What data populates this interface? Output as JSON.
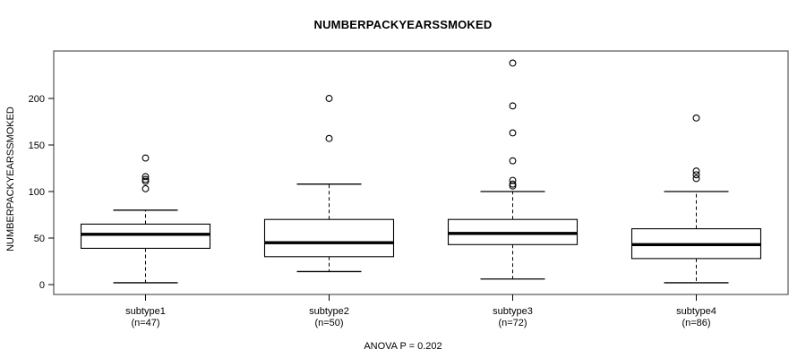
{
  "chart_data": {
    "type": "box",
    "title": "NUMBERPACKYEARSSMOKED",
    "xlabel": "",
    "ylabel": "NUMBERPACKYEARSSMOKED",
    "ylim": [
      -8,
      245
    ],
    "yticks": [
      0,
      50,
      100,
      150,
      200
    ],
    "ytick_labels": [
      "0",
      "50",
      "100",
      "150",
      "200"
    ],
    "grid": false,
    "legend": null,
    "annotation": "ANOVA P = 0.202",
    "annotation_position": "bottom-center",
    "categories": [
      "subtype1",
      "subtype2",
      "subtype3",
      "subtype4"
    ],
    "category_counts": [
      47,
      50,
      72,
      86
    ],
    "xtick_labels": [
      "subtype1\n(n=47)",
      "subtype2\n(n=50)",
      "subtype3\n(n=72)",
      "subtype4\n(n=86)"
    ],
    "boxes": [
      {
        "name": "subtype1",
        "n": 47,
        "whisker_low": 2,
        "q1": 39,
        "median": 54,
        "q3": 65,
        "whisker_high": 80,
        "outliers": [
          136,
          116,
          113,
          111,
          103
        ]
      },
      {
        "name": "subtype2",
        "n": 50,
        "whisker_low": 14,
        "q1": 30,
        "median": 45,
        "q3": 70,
        "whisker_high": 108,
        "outliers": [
          200,
          157
        ]
      },
      {
        "name": "subtype3",
        "n": 72,
        "whisker_low": 6,
        "q1": 43,
        "median": 55,
        "q3": 70,
        "whisker_high": 100,
        "outliers": [
          238,
          192,
          163,
          133,
          112,
          108,
          106
        ]
      },
      {
        "name": "subtype4",
        "n": 86,
        "whisker_low": 2,
        "q1": 28,
        "median": 43,
        "q3": 60,
        "whisker_high": 100,
        "outliers": [
          179,
          122,
          118,
          114
        ]
      }
    ]
  },
  "chart": {
    "title": "NUMBERPACKYEARSSMOKED",
    "y_axis_title": "NUMBERPACKYEARSSMOKED",
    "footnote": "ANOVA P = 0.202"
  }
}
